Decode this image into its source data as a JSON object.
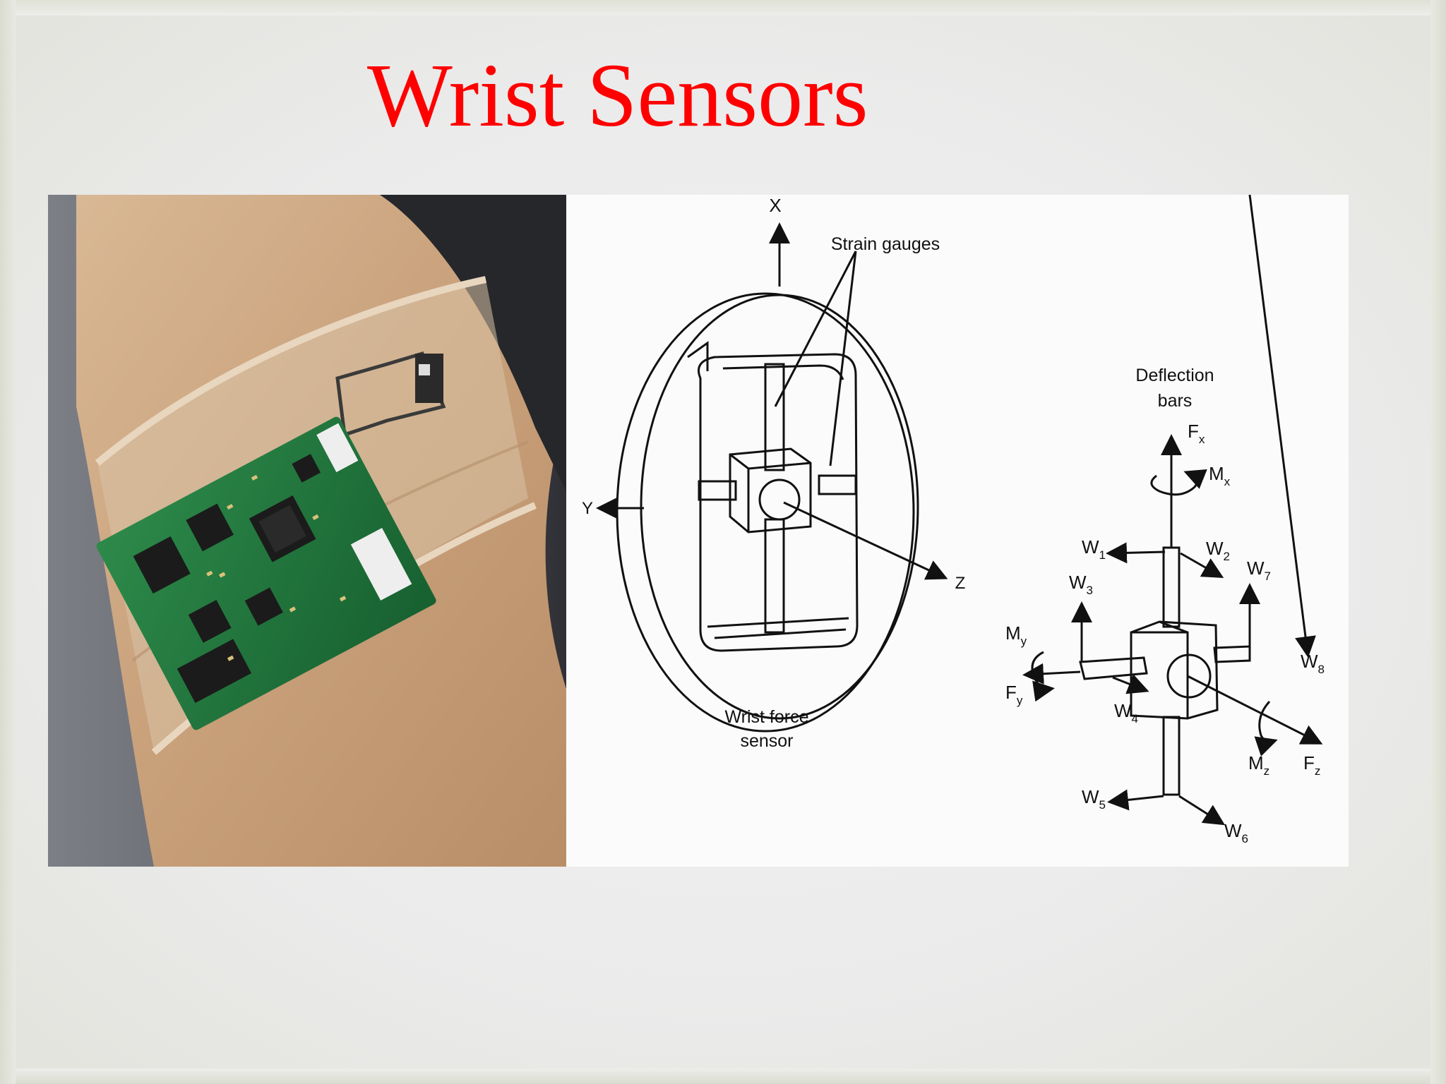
{
  "slide": {
    "title": "Wrist Sensors"
  },
  "diagram": {
    "axis_x": "X",
    "axis_y": "Y",
    "axis_z": "Z",
    "strain_gauges": "Strain gauges",
    "wrist_force_line1": "Wrist force",
    "wrist_force_line2": "sensor",
    "deflection_line1": "Deflection",
    "deflection_line2": "bars",
    "symbols": [
      {
        "base": "F",
        "sub": "x"
      },
      {
        "base": "M",
        "sub": "x"
      },
      {
        "base": "W",
        "sub": "1"
      },
      {
        "base": "W",
        "sub": "2"
      },
      {
        "base": "W",
        "sub": "7"
      },
      {
        "base": "W",
        "sub": "3"
      },
      {
        "base": "M",
        "sub": "y"
      },
      {
        "base": "F",
        "sub": "y"
      },
      {
        "base": "W",
        "sub": "4"
      },
      {
        "base": "W",
        "sub": "8"
      },
      {
        "base": "M",
        "sub": "z"
      },
      {
        "base": "F",
        "sub": "z"
      },
      {
        "base": "W",
        "sub": "5"
      },
      {
        "base": "W",
        "sub": "6"
      }
    ]
  },
  "colors": {
    "title": "#ff0000",
    "pcb": "#1f7a3c",
    "skin": "#c9a47f"
  }
}
